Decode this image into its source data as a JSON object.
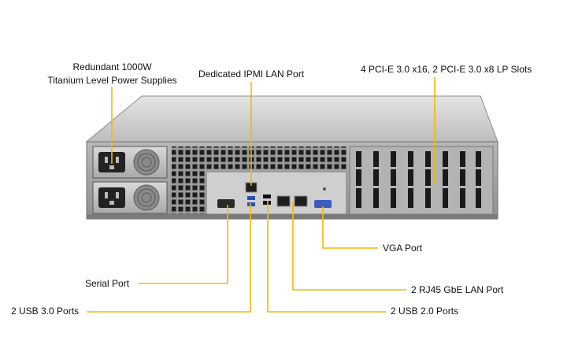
{
  "labels": {
    "power_supplies_line1": "Redundant 1000W",
    "power_supplies_line2": "Titanium Level Power Supplies",
    "ipmi": "Dedicated IPMI LAN Port",
    "pcie": "4 PCI-E 3.0 x16, 2 PCI-E 3.0 x8 LP Slots",
    "vga": "VGA Port",
    "serial": "Serial Port",
    "rj45": "2 RJ45 GbE LAN Port",
    "usb3": "2 USB 3.0 Ports",
    "usb2": "2 USB 2.0 Ports"
  },
  "colors": {
    "leader_line": "#f5b800",
    "chassis": "#a6a6a6",
    "chassis_top": "#d2d2d2",
    "io_panel": "#cfcfcf",
    "vga_port": "#3a5dbd"
  }
}
